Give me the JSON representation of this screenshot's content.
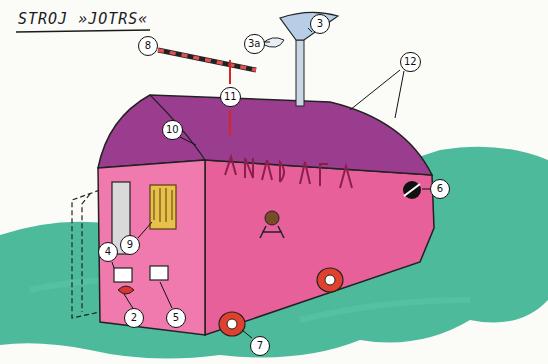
{
  "diagram": {
    "title": "STROJ »JOTRS«",
    "labels": [
      "8",
      "3a",
      "3",
      "11",
      "10",
      "12",
      "6",
      "9",
      "4",
      "2",
      "5",
      "7"
    ]
  }
}
